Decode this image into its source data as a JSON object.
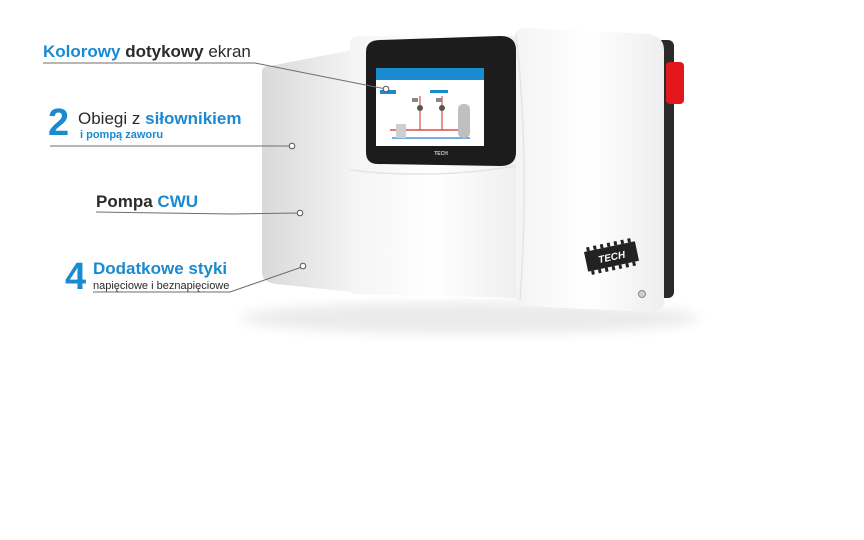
{
  "labels": {
    "screen": {
      "word1": "Kolorowy",
      "word2": "dotykowy",
      "word3": "ekran"
    },
    "circuits": {
      "number": "2",
      "line1_a": "Obiegi z",
      "line1_b": "siłownikiem",
      "line2": "i pompą zaworu"
    },
    "pump": {
      "word1": "Pompa",
      "word2": "CWU"
    },
    "contacts": {
      "number": "4",
      "line1": "Dodatkowe styki",
      "line2": "napięciowe i beznapięciowe"
    }
  },
  "device": {
    "brand_logo": "TECH",
    "power_switch_color": "#e3161b",
    "accent_color": "#1a8ad1"
  }
}
